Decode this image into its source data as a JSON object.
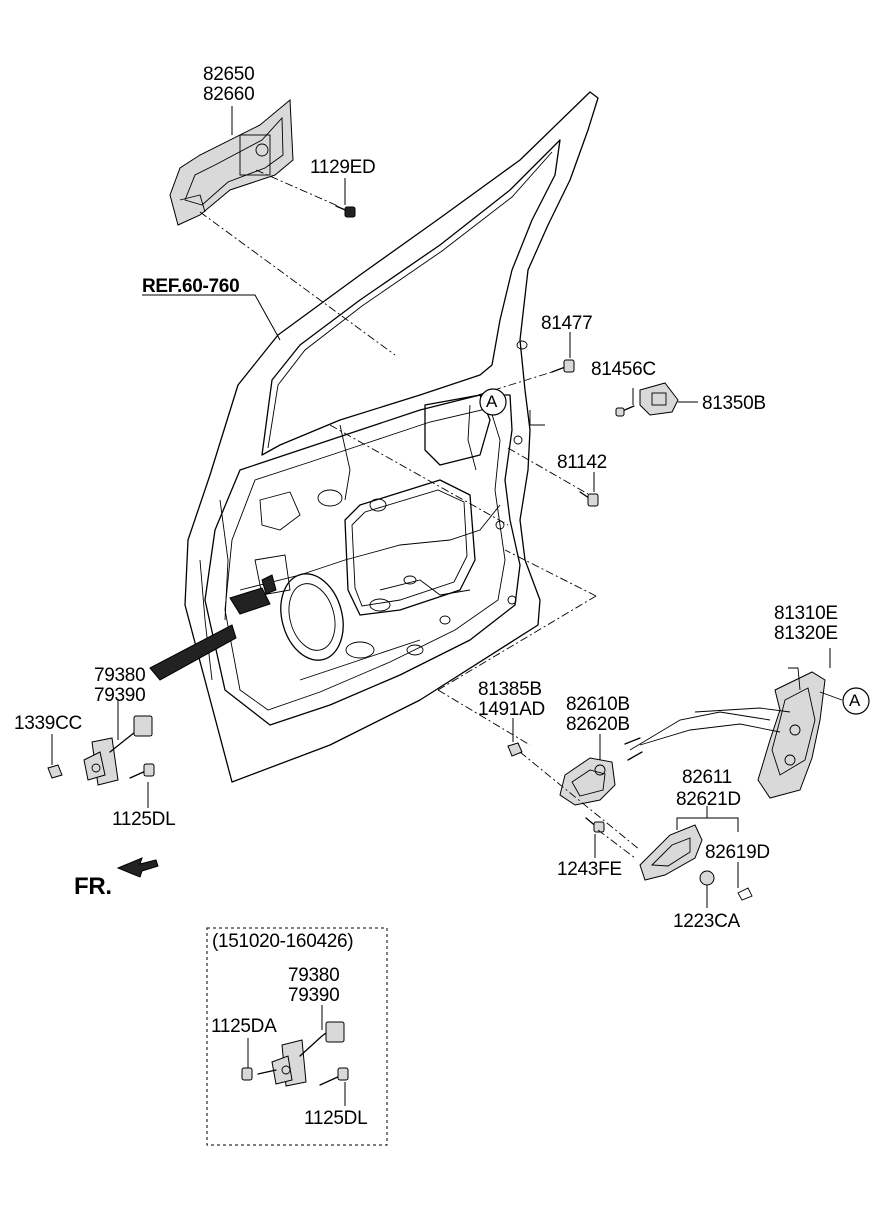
{
  "labels": {
    "p82650": "82650",
    "p82660": "82660",
    "p1129ED": "1129ED",
    "ref": "REF.60-760",
    "p81477": "81477",
    "p81456C": "81456C",
    "p81350B": "81350B",
    "p81142": "81142",
    "calloutA": "A",
    "p81310E": "81310E",
    "p81320E": "81320E",
    "p79380": "79380",
    "p79390": "79390",
    "p1339CC": "1339CC",
    "p1125DL": "1125DL",
    "p81385B": "81385B",
    "p1491AD": "1491AD",
    "p82610B": "82610B",
    "p82620B": "82620B",
    "p82611": "82611",
    "p82621D": "82621D",
    "p82619D": "82619D",
    "p1243FE": "1243FE",
    "p1223CA": "1223CA",
    "fr": "FR."
  },
  "inset": {
    "date_range": "(151020-160426)",
    "p79380": "79380",
    "p79390": "79390",
    "p1125DA": "1125DA",
    "p1125DL": "1125DL"
  }
}
